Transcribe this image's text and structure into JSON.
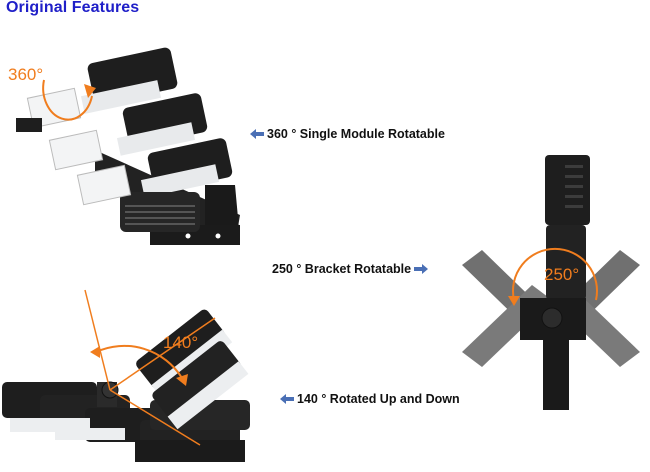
{
  "page": {
    "title": "Original Features",
    "accent_color": "#1f1fc8",
    "annotation_color": "#f07d1e"
  },
  "features": [
    {
      "caption": "360 ° Single Module Rotatable",
      "arrow_icon": "arrow-left-icon",
      "angle_label": "360°"
    },
    {
      "caption": "250 ° Bracket Rotatable",
      "arrow_icon": "arrow-right-icon",
      "angle_label": "250°"
    },
    {
      "caption": "140 ° Rotated Up and Down",
      "arrow_icon": "arrow-left-icon",
      "angle_label": "140°"
    }
  ]
}
